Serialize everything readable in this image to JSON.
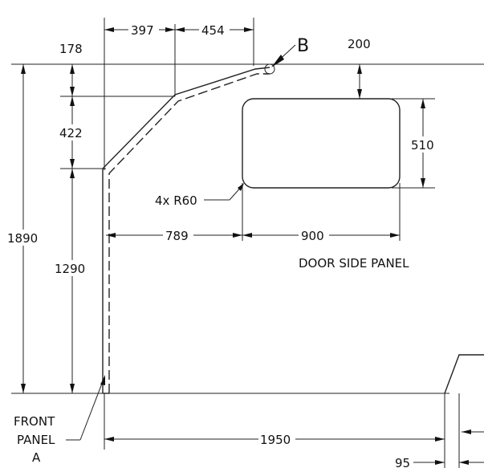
{
  "drawing": {
    "dimensions": {
      "top_left": "397",
      "top_right": "454",
      "left_top": "178",
      "left_mid": "422",
      "left_low": "1290",
      "overall_height": "1890",
      "window_offset_top": "200",
      "window_height": "510",
      "window_offset_x": "789",
      "window_width": "900",
      "bottom_length": "1950",
      "bottom_right": "95"
    },
    "labels": {
      "detail_b": "B",
      "radius_note": "4x R60",
      "door_side_panel": "DOOR SIDE PANEL",
      "front_panel_line1": "FRONT",
      "front_panel_line2": "PANEL",
      "front_panel_line3": "A"
    }
  }
}
